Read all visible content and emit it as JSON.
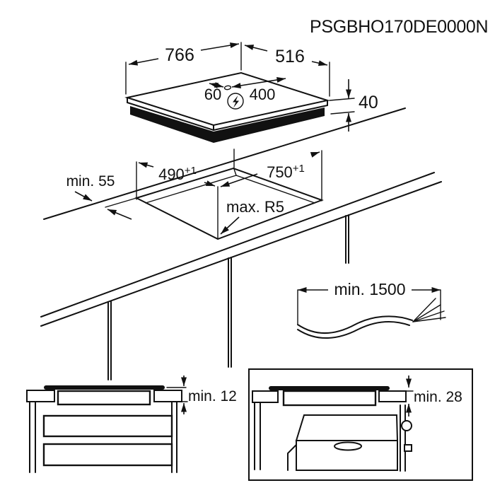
{
  "title": "PSGBHO170DE0000N",
  "top_view": {
    "width": "766",
    "depth": "516",
    "conn_left": "60",
    "conn_right": "400",
    "height": "40",
    "power_icon": "lightning-bolt-circle"
  },
  "cutout_view": {
    "depth_value": "490",
    "depth_tolerance": "+1",
    "width_value": "750",
    "width_tolerance": "+1",
    "rear_clearance": "min. 55",
    "corner_radius": "max. R5"
  },
  "cable_view": {
    "length": "min. 1500"
  },
  "drawer_view": {
    "clearance": "min. 12"
  },
  "oven_view": {
    "clearance": "min. 28"
  }
}
